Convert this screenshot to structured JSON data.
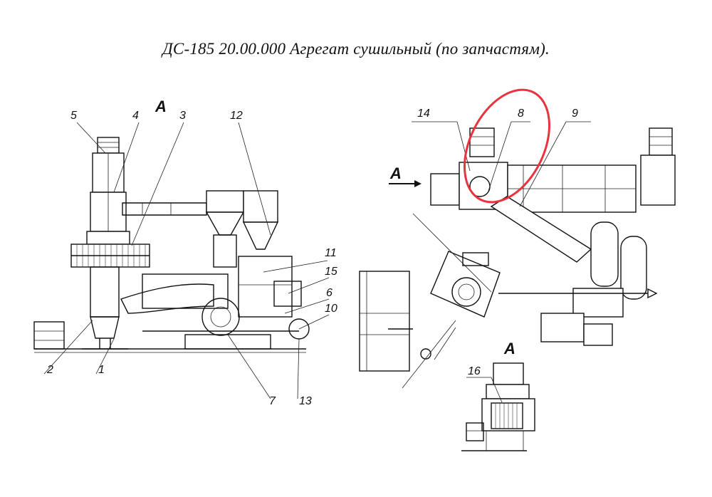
{
  "title": "ДС-185 20.00.000  Агрегат сушильный (по запчастям).",
  "view_label": "А",
  "callouts": [
    "1",
    "2",
    "3",
    "4",
    "5",
    "6",
    "7",
    "8",
    "9",
    "10",
    "11",
    "12",
    "13",
    "14",
    "15",
    "16"
  ],
  "highlight_color": "#e8343f"
}
